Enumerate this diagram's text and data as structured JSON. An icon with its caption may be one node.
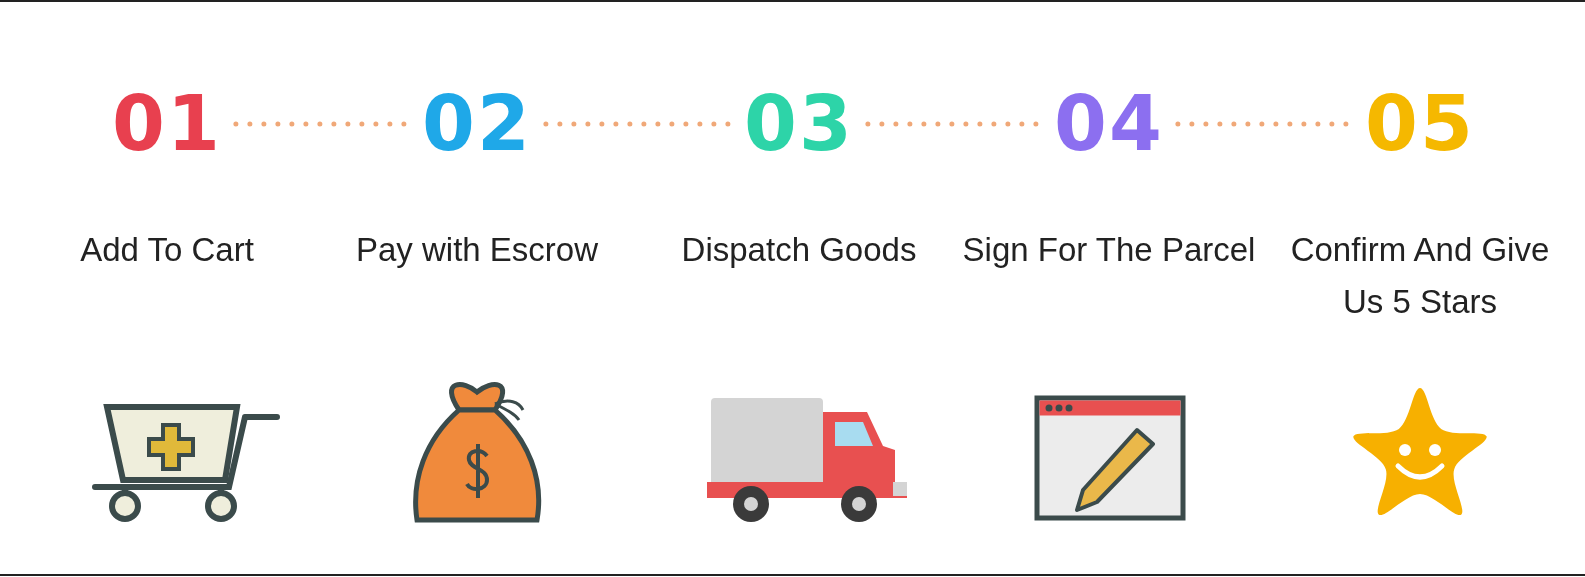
{
  "diagram": {
    "nodes": [
      {
        "text": [
          "01"
        ],
        "beside": [
          "Add To Cart"
        ]
      },
      {
        "text": [
          "02"
        ],
        "beside": [
          "Pay with Escrow"
        ]
      },
      {
        "text": [
          "03"
        ],
        "beside": [
          "Dispatch Goods"
        ]
      },
      {
        "text": [
          "04"
        ],
        "beside": [
          "Sign For The Parcel"
        ]
      },
      {
        "text": [
          "05"
        ],
        "beside": [
          "Confirm And Give Us 5 Stars"
        ]
      }
    ],
    "edges": [
      {
        "from": 0,
        "to": 1,
        "arrow": "none",
        "style": "dashed"
      },
      {
        "from": 1,
        "to": 2,
        "arrow": "none",
        "style": "dashed"
      },
      {
        "from": 2,
        "to": 3,
        "arrow": "none",
        "style": "dashed"
      },
      {
        "from": 3,
        "to": 4,
        "arrow": "none",
        "style": "dashed"
      }
    ]
  }
}
